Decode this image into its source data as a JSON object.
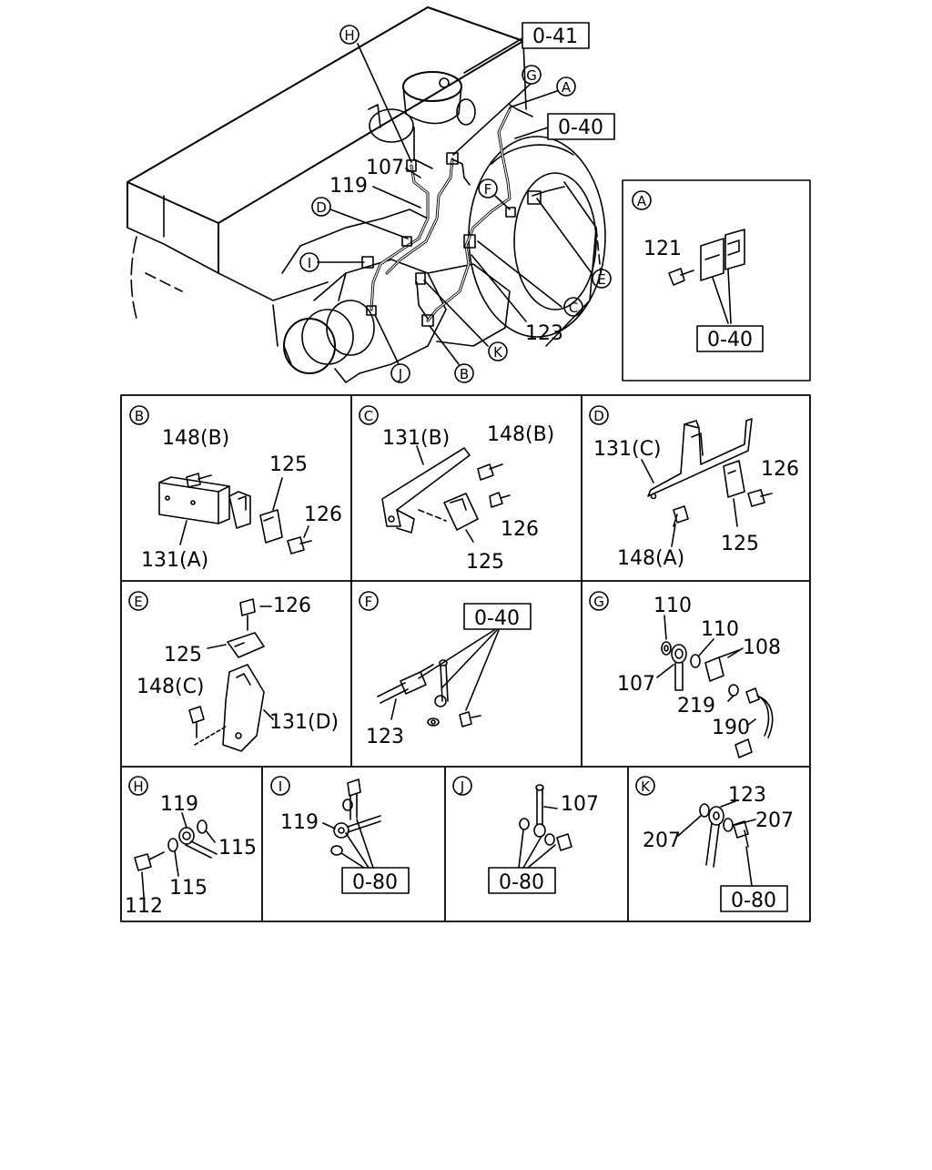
{
  "main_view": {
    "callouts": {
      "H": "H",
      "G": "G",
      "A": "A",
      "D": "D",
      "F": "F",
      "I": "I",
      "E": "E",
      "C": "C",
      "K": "K",
      "J": "J",
      "B": "B"
    },
    "refs": {
      "r041": "0-41",
      "r040": "0-40"
    },
    "parts": {
      "p107": "107",
      "p119": "119",
      "p123": "123"
    }
  },
  "detail_a": {
    "letter": "A",
    "p121": "121",
    "ref": "0-40"
  },
  "detail_b": {
    "letter": "B",
    "p148": "148(B)",
    "p125": "125",
    "p126": "126",
    "p131": "131(A)"
  },
  "detail_c": {
    "letter": "C",
    "p131": "131(B)",
    "p148": "148(B)",
    "p126": "126",
    "p125": "125"
  },
  "detail_d": {
    "letter": "D",
    "p131": "131(C)",
    "p126": "126",
    "p125": "125",
    "p148": "148(A)"
  },
  "detail_e": {
    "letter": "E",
    "p126": "126",
    "p125": "125",
    "p148": "148(C)",
    "p131": "131(D)"
  },
  "detail_f": {
    "letter": "F",
    "ref": "0-40",
    "p123": "123"
  },
  "detail_g": {
    "letter": "G",
    "p110a": "110",
    "p110b": "110",
    "p108": "108",
    "p107": "107",
    "p219": "219",
    "p190": "190"
  },
  "detail_h": {
    "letter": "H",
    "p119": "119",
    "p115a": "115",
    "p115b": "115",
    "p112": "112"
  },
  "detail_i": {
    "letter": "I",
    "p119": "119",
    "ref": "0-80"
  },
  "detail_j": {
    "letter": "J",
    "p107": "107",
    "ref": "0-80"
  },
  "detail_k": {
    "letter": "K",
    "p123": "123",
    "p207a": "207",
    "p207b": "207",
    "ref": "0-80"
  }
}
